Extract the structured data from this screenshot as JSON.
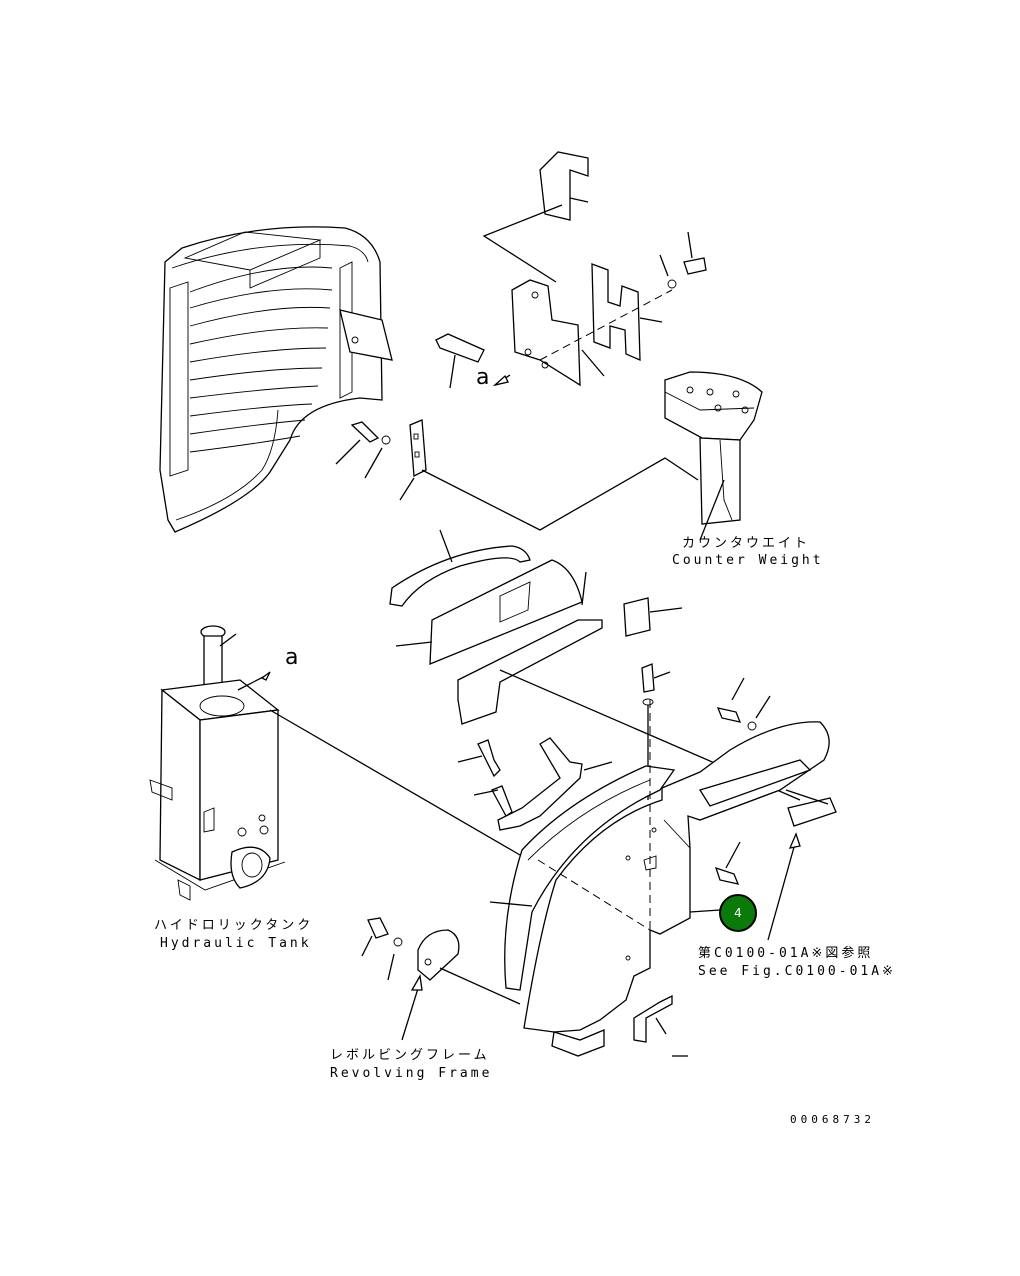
{
  "labels": {
    "counter_weight_jp": "カウンタウエイト",
    "counter_weight_en": "Counter Weight",
    "hydraulic_tank_jp": "ハイドロリックタンク",
    "hydraulic_tank_en": "Hydraulic Tank",
    "revolving_frame_jp": "レボルビングフレーム",
    "revolving_frame_en": "Revolving Frame",
    "see_fig_jp": "第C0100-01A※図参照",
    "see_fig_en": "See Fig.C0100-01A※",
    "view_a_upper": "a",
    "view_a_lower": "a",
    "drawing_number": "00068732"
  },
  "callout": {
    "number": "4",
    "color": "#0a7a0a"
  }
}
